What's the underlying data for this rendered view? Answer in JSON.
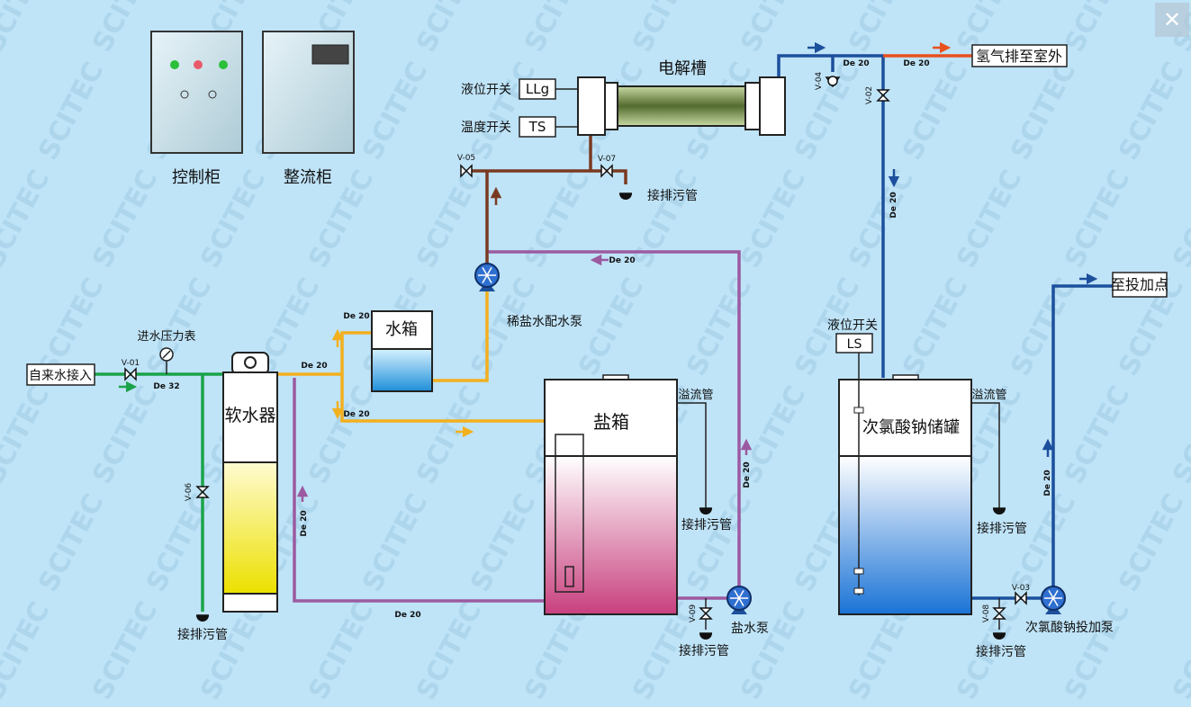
{
  "watermark": "SCITEC",
  "close_label": "✕",
  "cabinets": {
    "control": "控制柜",
    "rectifier": "整流柜"
  },
  "electrolyzer": {
    "title": "电解槽"
  },
  "switches": {
    "level_label": "液位开关",
    "level_tag": "LLg",
    "temp_label": "温度开关",
    "temp_tag": "TS"
  },
  "tap_water": "自来水接入",
  "pressure_gauge": "进水压力表",
  "softener": "软水器",
  "water_tank": "水箱",
  "salt_tank": "盐箱",
  "hypo_tank": "次氯酸钠储罐",
  "dilute_pump": "稀盐水配水泵",
  "brine_pump": "盐水泵",
  "dosing_pump": "次氯酸钠投加泵",
  "hydrogen_vent": "氢气排至室外",
  "dosing_point": "至投加点",
  "hypo_level_switch": {
    "label": "液位开关",
    "tag": "LS"
  },
  "overflow": "溢流管",
  "drain": "接排污管",
  "pipes": {
    "de20": "De 20",
    "de32": "De 32"
  },
  "valves": {
    "v01": "V-01",
    "v02": "V-02",
    "v03": "V-03",
    "v04": "V-04",
    "v05": "V-05",
    "v06": "V-06",
    "v07": "V-07",
    "v08": "V-08",
    "v09": "V-09"
  },
  "colors": {
    "background": "#bfe3f7",
    "tap_water": "#1aa34a",
    "soft_water": "#f2b01e",
    "brine": "#9b5aa0",
    "electrolyte": "#7a3a22",
    "hypochlorite": "#1c4f9c",
    "hydrogen": "#e8501e"
  }
}
